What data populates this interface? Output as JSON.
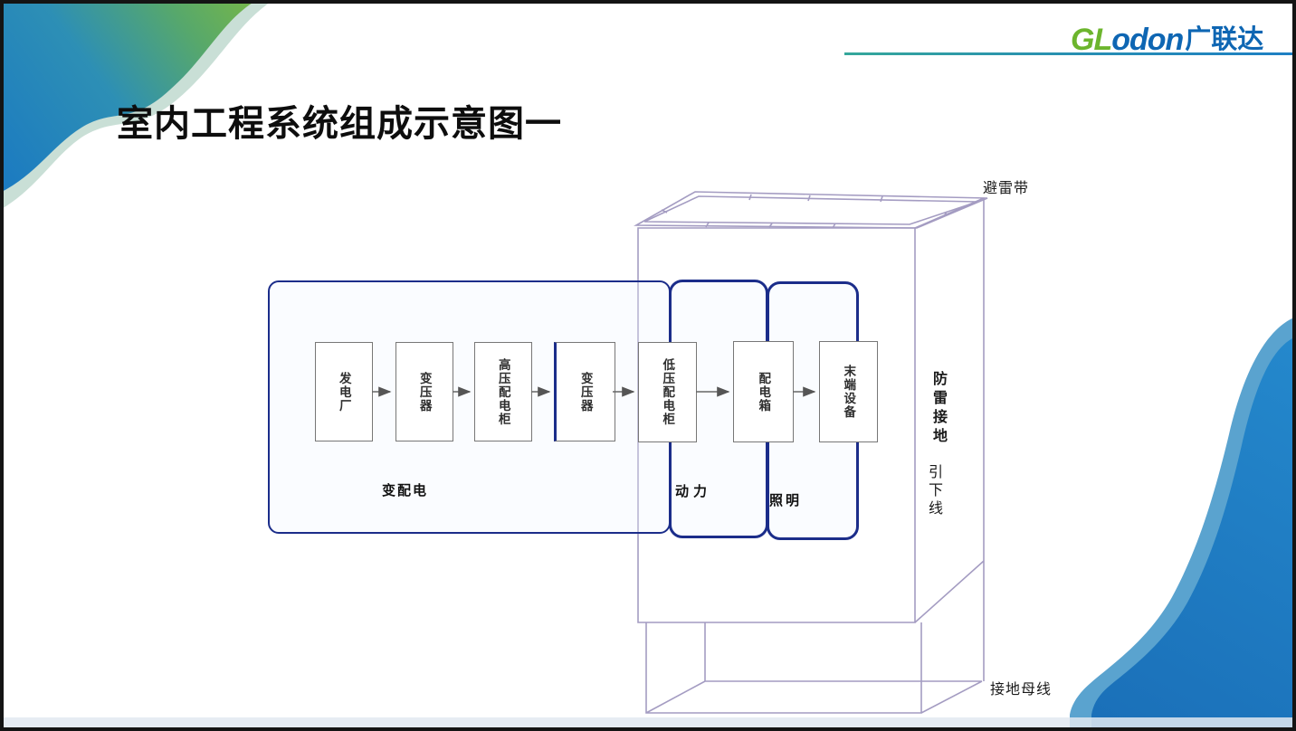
{
  "page": {
    "title": "室内工程系统组成示意图一"
  },
  "header": {
    "logo_gl": "GL",
    "logo_odon": "odon",
    "logo_cn": "广联达"
  },
  "flow": {
    "boxes": [
      {
        "label": "发电厂"
      },
      {
        "label": "变压器"
      },
      {
        "label": "高压配电柜"
      },
      {
        "label": "变压器"
      },
      {
        "label": "低压配电柜"
      },
      {
        "label": "配电箱"
      },
      {
        "label": "末端设备"
      }
    ],
    "groups": [
      {
        "label": "变配电"
      },
      {
        "label": "动力"
      },
      {
        "label": "照明"
      }
    ]
  },
  "building": {
    "labels": {
      "lightning_belt": "避雷带",
      "lightning_grounding": "防雷接地",
      "down_conductor": "引下线",
      "grounding_busbar": "接地母线"
    }
  },
  "colors": {
    "logo_green": "#6cb52d",
    "logo_blue": "#0e66b3",
    "group_border": "#1b2d8a",
    "building_line": "#a49cc2",
    "flow_box_border": "#777777",
    "accent_line": "#2a93ae"
  }
}
